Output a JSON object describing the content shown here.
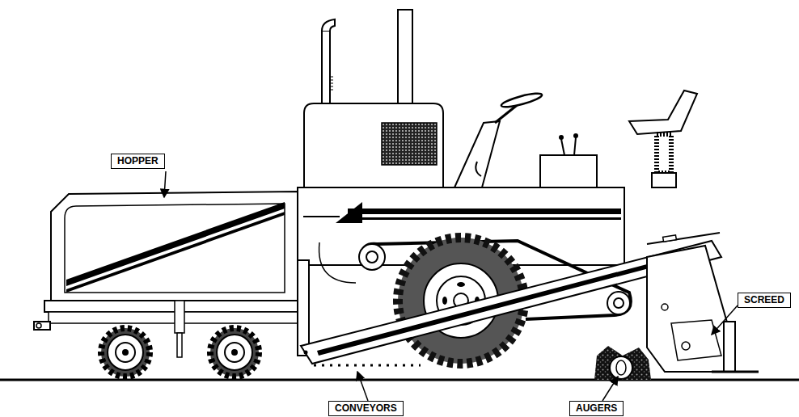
{
  "diagram": {
    "labels": [
      "HOPPER",
      "SCREED",
      "CONVEYORS",
      "AUGERS"
    ]
  }
}
